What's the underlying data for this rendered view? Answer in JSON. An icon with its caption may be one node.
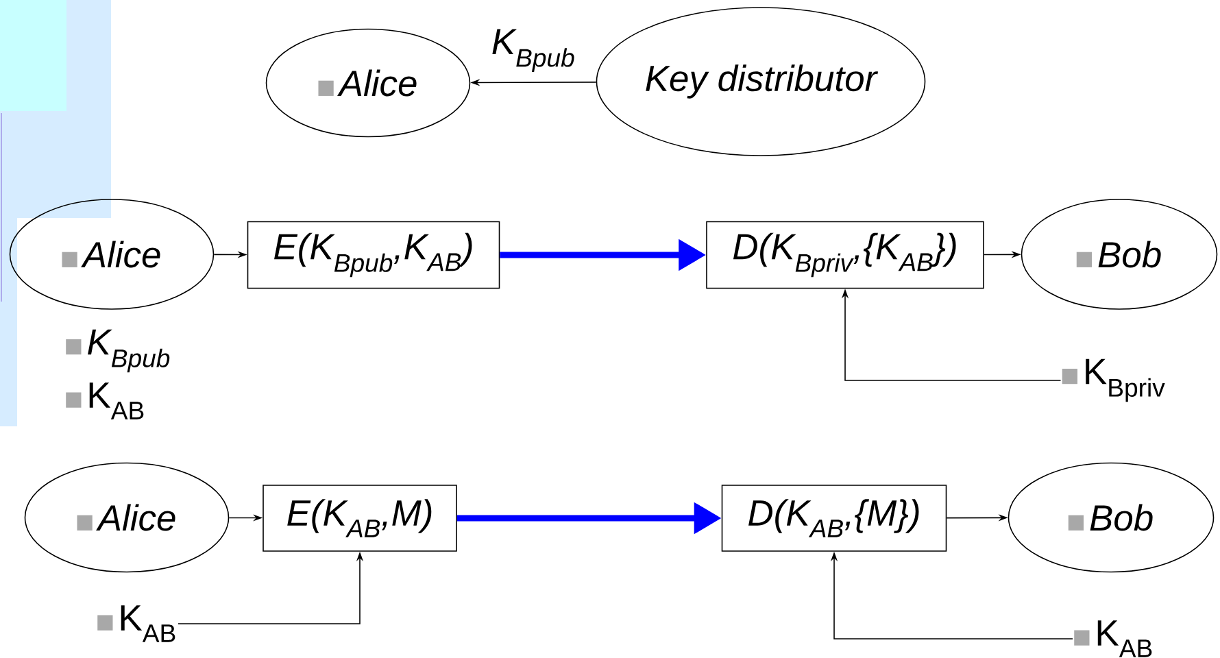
{
  "diagram": {
    "nodes": [
      {
        "text": [
          "Alice"
        ]
      },
      {
        "text": [
          "Key distributor"
        ]
      },
      {
        "text": [
          "Alice"
        ]
      },
      {
        "text": [
          "E(K$_{Bpub}$,K$_{AB}$)"
        ]
      },
      {
        "text": [
          "D(K$_{Bpriv}$,{K$_{AB}$})"
        ]
      },
      {
        "text": [
          "Bob"
        ]
      },
      {
        "text": [
          "K$_{Bpriv}$"
        ]
      },
      {
        "text": [
          "Alice"
        ]
      },
      {
        "text": [
          "E(K$_{AB}$,M)"
        ]
      },
      {
        "text": [
          "D(K$_{AB}$,{M})"
        ]
      },
      {
        "text": [
          "Bob"
        ]
      },
      {
        "text": [
          "K$_{AB}$"
        ]
      },
      {
        "text": [
          "K$_{AB}$"
        ]
      }
    ],
    "edges": [
      {
        "from": 1,
        "to": 0,
        "arrow": "to",
        "label": "K$_{Bpub}$"
      },
      {
        "from": 2,
        "to": 3,
        "arrow": "to"
      },
      {
        "from": 3,
        "to": 4,
        "arrow": "to",
        "style": "thick",
        "color": "#0000ff"
      },
      {
        "from": 4,
        "to": 5,
        "arrow": "to"
      },
      {
        "from": 6,
        "to": 4,
        "arrow": "to"
      },
      {
        "from": 7,
        "to": 8,
        "arrow": "to"
      },
      {
        "from": 8,
        "to": 9,
        "arrow": "to",
        "style": "thick",
        "color": "#0000ff"
      },
      {
        "from": 9,
        "to": 10,
        "arrow": "to"
      },
      {
        "from": 11,
        "to": 8,
        "arrow": "to"
      },
      {
        "from": 12,
        "to": 9,
        "arrow": "to"
      }
    ],
    "labels": [
      "K$_{Bpub}$",
      "K$_{AB}$"
    ]
  }
}
